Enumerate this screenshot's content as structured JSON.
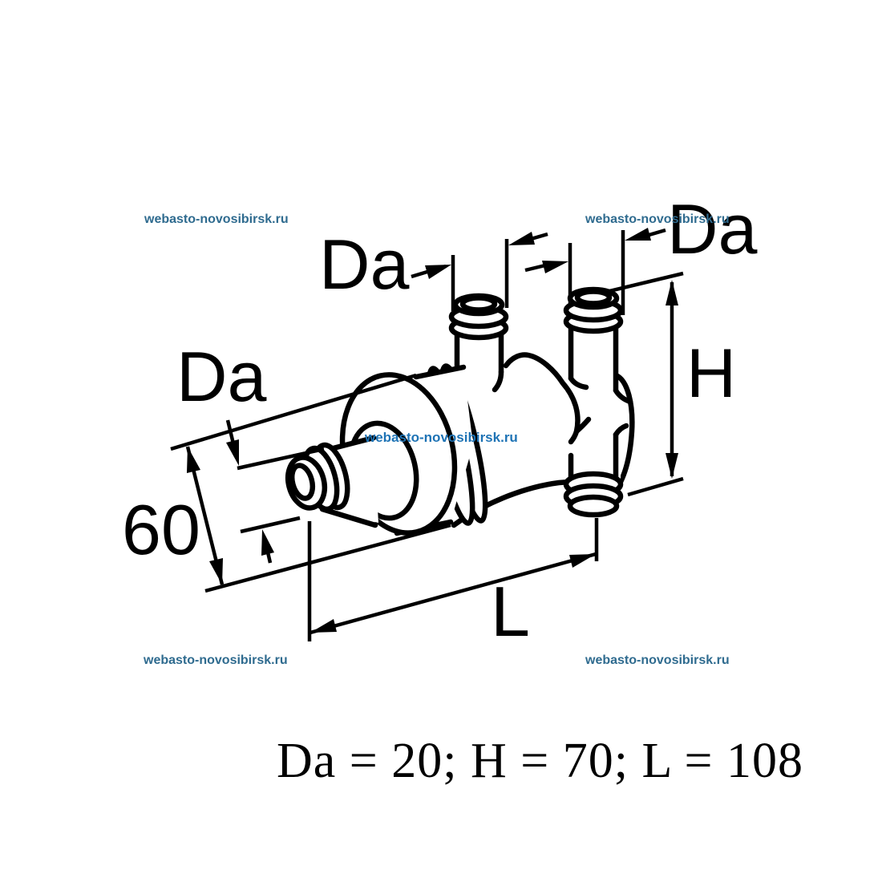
{
  "watermark": {
    "site": "webasto-novosibirsk.ru",
    "corner_color": "#2f6b8f",
    "center_color": "#1e73b5"
  },
  "diagram": {
    "type": "technical-dimension-drawing",
    "labels": {
      "da_inlet1": "Da",
      "da_inlet2": "Da",
      "da_outlet": "Da",
      "body_diameter": "60",
      "height": "H",
      "length": "L"
    }
  },
  "caption": {
    "text": "Da = 20; H = 70; L = 108"
  },
  "values": {
    "Da": "20",
    "H": "70",
    "L": "108",
    "body_diameter": "60"
  },
  "colors": {
    "line": "#000000",
    "background": "#ffffff"
  }
}
